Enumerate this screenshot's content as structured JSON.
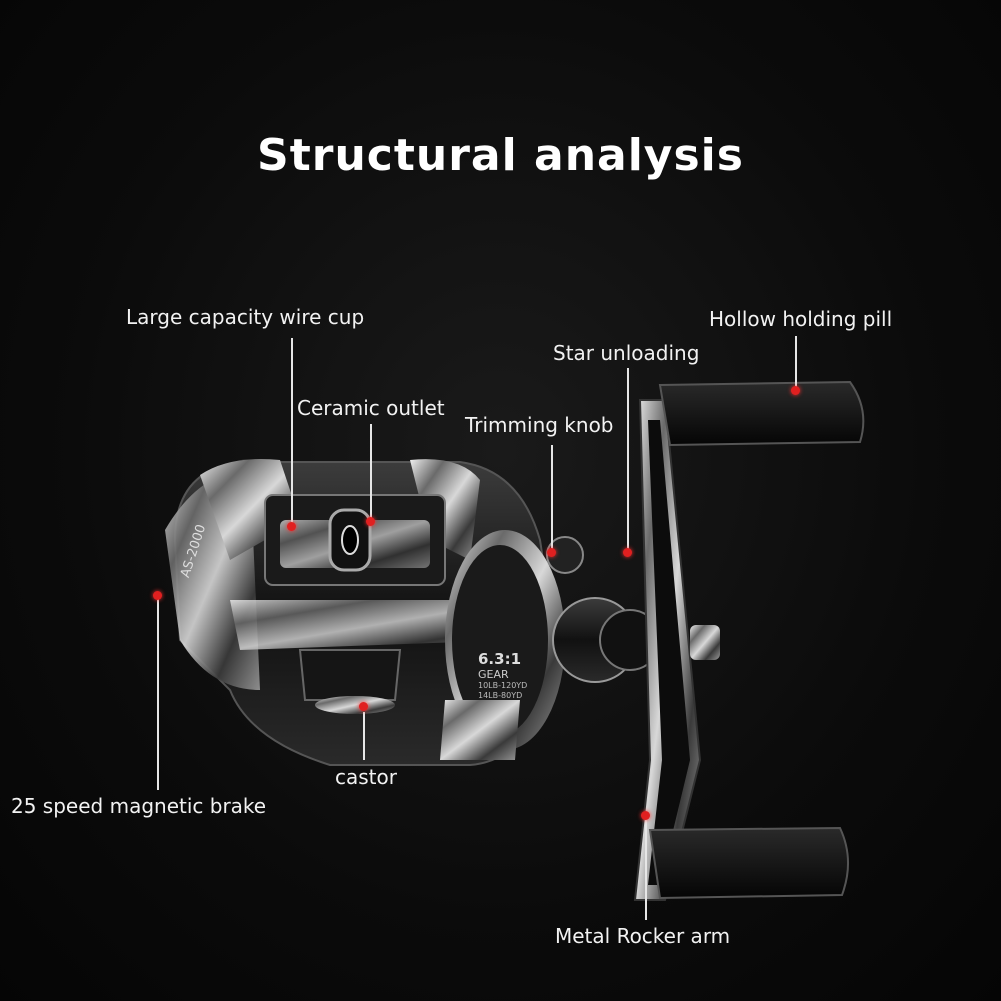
{
  "title": "Structural analysis",
  "reel": {
    "model_text": "AS-2000",
    "gear_ratio_text": "6.3:1",
    "gear_text": "GEAR",
    "line_capacity_1": "10LB-120YD",
    "line_capacity_2": "14LB-80YD"
  },
  "callouts": {
    "wire_cup": "Large capacity wire cup",
    "ceramic_outlet": "Ceramic outlet",
    "trimming_knob": "Trimming knob",
    "star_unloading": "Star unloading",
    "hollow_holding_pill": "Hollow holding pill",
    "magnetic_brake": "25 speed magnetic brake",
    "castor": "castor",
    "metal_rocker_arm": "Metal Rocker arm"
  },
  "colors": {
    "background": "#0b0b0b",
    "marker": "#e02020",
    "text": "#f2f2f2"
  }
}
